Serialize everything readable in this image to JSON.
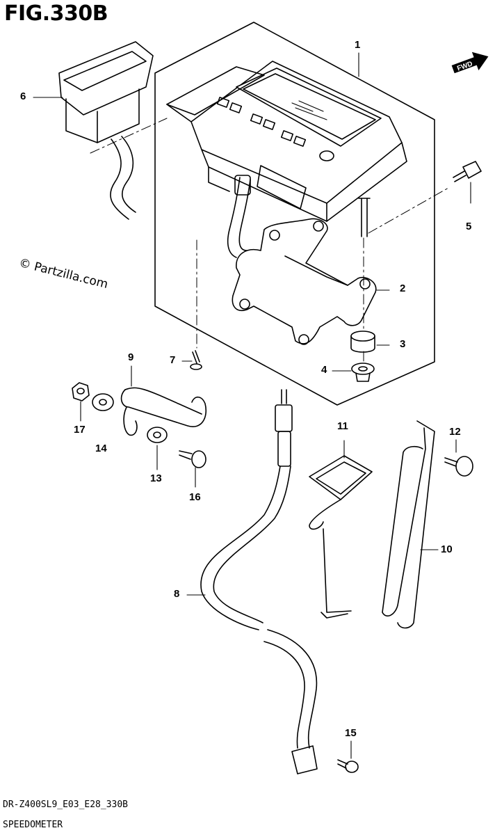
{
  "figure": {
    "title": "FIG.330B",
    "direction_badge": "FWD",
    "watermark": "© Partzilla.com",
    "footer_code": "DR-Z400SL9_E03_E28_330B",
    "footer_name": "SPEEDOMETER"
  },
  "callouts": [
    "1",
    "2",
    "3",
    "4",
    "5",
    "6",
    "7",
    "8",
    "9",
    "10",
    "11",
    "12",
    "13",
    "14",
    "15",
    "16",
    "17"
  ]
}
